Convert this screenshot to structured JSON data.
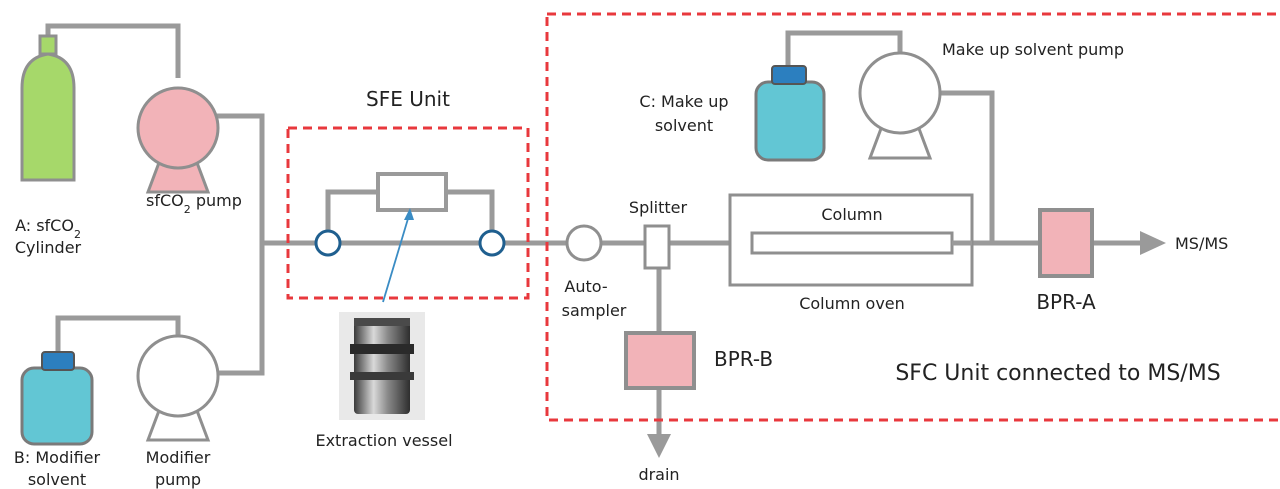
{
  "labels": {
    "cylinder_a_line1": "A: sfCO",
    "cylinder_a_sub": "2",
    "cylinder_a_line2": "Cylinder",
    "pump_line_pre": "sfCO",
    "pump_line_sub": "2",
    "pump_line_post": " pump",
    "sfe_unit": "SFE Unit",
    "extraction_vessel": "Extraction vessel",
    "solvent_b_line1": "B: Modifier",
    "solvent_b_line2": "solvent",
    "modifier_pump_line1": "Modifier",
    "modifier_pump_line2": "pump",
    "autosampler_line1": "Auto-",
    "autosampler_line2": "sampler",
    "splitter": "Splitter",
    "column": "Column",
    "column_oven": "Column oven",
    "makeup_solvent_line1": "C: Make up",
    "makeup_solvent_line2": "solvent",
    "makeup_pump": "Make up solvent pump",
    "bpr_a": "BPR-A",
    "bpr_b": "BPR-B",
    "ms_ms": "MS/MS",
    "drain": "drain",
    "sfc_unit": "SFC Unit connected to MS/MS"
  },
  "colors": {
    "pipe": "#9a9a9a",
    "cylinder_green": "#a6d86a",
    "pump_pink": "#f2b3b8",
    "bpr_pink": "#f2b3b8",
    "solvent_teal": "#62c6d4",
    "cap_blue": "#2c7fbf",
    "dashed_red": "#e8383d",
    "valve_blue": "#1f5f8f",
    "arrow_blue": "#3a8cc4"
  }
}
